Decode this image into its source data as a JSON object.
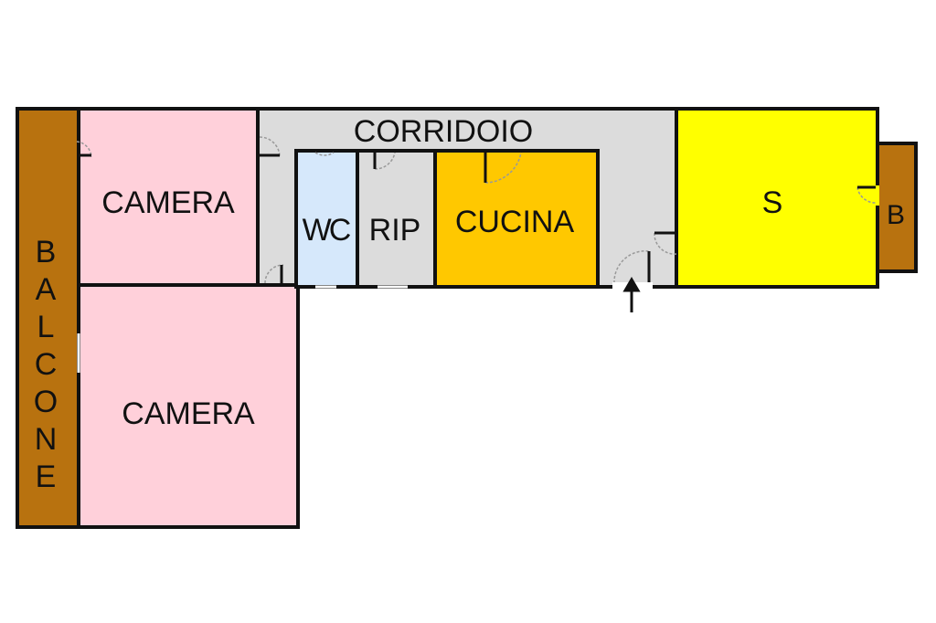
{
  "plan": {
    "rooms": [
      {
        "id": "balcone",
        "label": "BALCONE",
        "color": "#b8720f"
      },
      {
        "id": "camera-1",
        "label": "CAMERA",
        "color": "#ffd0da"
      },
      {
        "id": "camera-2",
        "label": "CAMERA",
        "color": "#ffd0da"
      },
      {
        "id": "corridoio",
        "label": "CORRIDOIO",
        "color": "#dcdcdc"
      },
      {
        "id": "wc",
        "label": "WC",
        "color": "#d6e8fb"
      },
      {
        "id": "rip",
        "label": "RIP",
        "color": "#dcdcdc"
      },
      {
        "id": "cucina",
        "label": "CUCINA",
        "color": "#ffc800"
      },
      {
        "id": "soggiorno",
        "label": "S",
        "color": "#ffff00"
      },
      {
        "id": "b",
        "label": "B",
        "color": "#b8720f"
      }
    ]
  }
}
